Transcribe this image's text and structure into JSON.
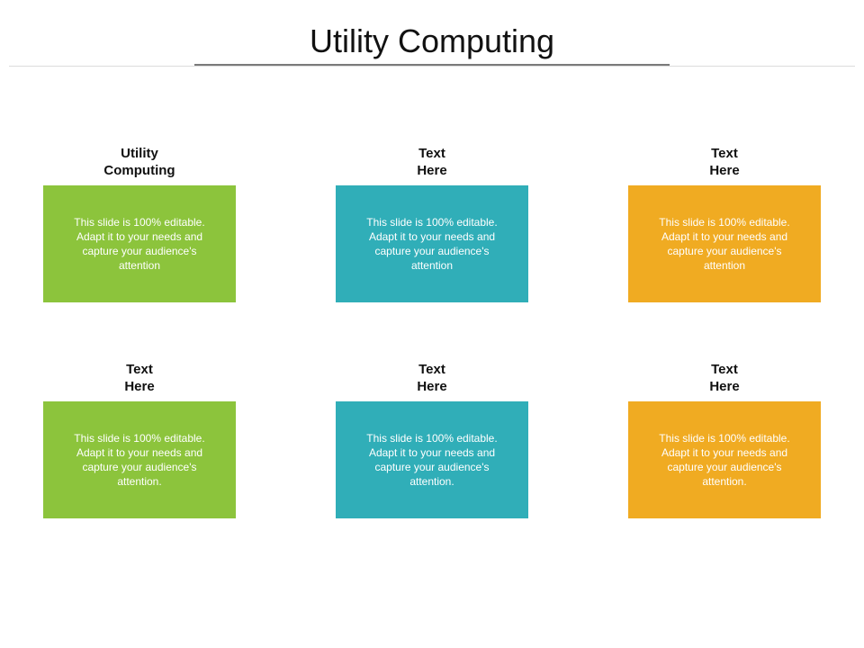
{
  "slide": {
    "title": "Utility Computing"
  },
  "colors": {
    "green": "#8cc43c",
    "teal": "#30aeb8",
    "orange": "#f0ab22"
  },
  "cards": [
    {
      "heading": "Utility\nComputing",
      "body": "This slide is 100% editable. Adapt it to your needs and capture your audience's attention"
    },
    {
      "heading": "Text\nHere",
      "body": "This slide is 100% editable. Adapt it to your needs and capture your audience's attention"
    },
    {
      "heading": "Text\nHere",
      "body": "This slide is 100% editable. Adapt it to your needs and capture your audience's attention"
    },
    {
      "heading": "Text\nHere",
      "body": "This slide is 100% editable. Adapt it to your needs and capture your audience's attention."
    },
    {
      "heading": "Text\nHere",
      "body": "This slide is 100% editable. Adapt it to your needs and capture your audience's attention."
    },
    {
      "heading": "Text\nHere",
      "body": "This slide is 100% editable. Adapt it to your needs and capture your audience's attention."
    }
  ]
}
